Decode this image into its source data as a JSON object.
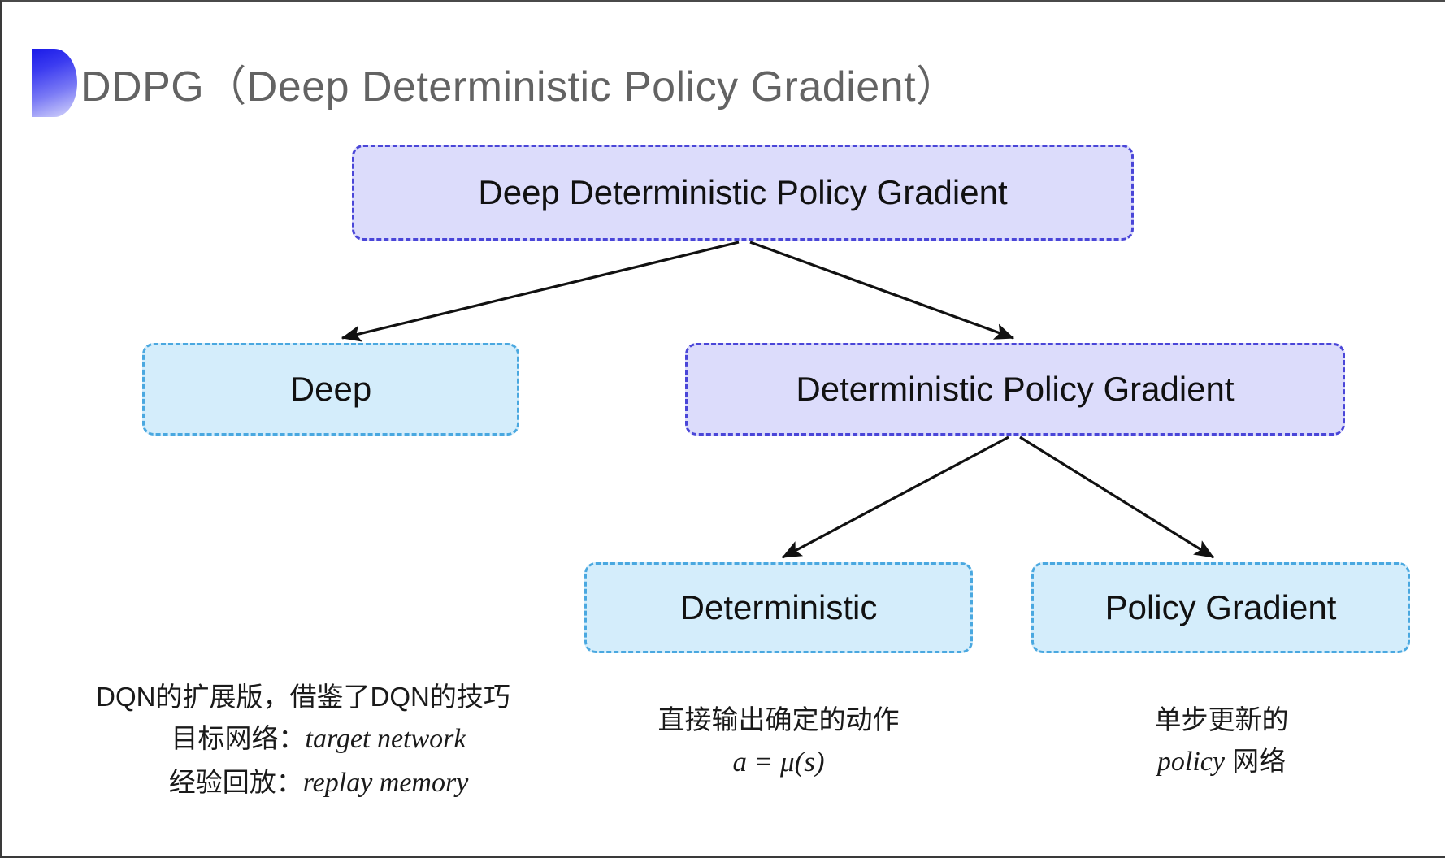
{
  "slide": {
    "title": "DDPG（Deep Deterministic Policy Gradient）",
    "background_color": "#ffffff",
    "title_color": "#636363",
    "accent_color": "#3b3bf0"
  },
  "diagram": {
    "type": "tree",
    "nodes": [
      {
        "id": "root",
        "label": "Deep Deterministic Policy Gradient",
        "style": "purple",
        "fill_color": "#dcdcfb",
        "border_color": "#4a46d8"
      },
      {
        "id": "deep",
        "label": "Deep",
        "style": "blue",
        "fill_color": "#d4edfb",
        "border_color": "#4aa8e0"
      },
      {
        "id": "dpg",
        "label": "Deterministic Policy Gradient",
        "style": "purple",
        "fill_color": "#dcdcfb",
        "border_color": "#4a46d8"
      },
      {
        "id": "deterministic",
        "label": "Deterministic",
        "style": "blue",
        "fill_color": "#d4edfb",
        "border_color": "#4aa8e0"
      },
      {
        "id": "policy_gradient",
        "label": "Policy Gradient",
        "style": "blue",
        "fill_color": "#d4edfb",
        "border_color": "#4aa8e0"
      }
    ],
    "edges": [
      {
        "from": "root",
        "to": "deep"
      },
      {
        "from": "root",
        "to": "dpg"
      },
      {
        "from": "dpg",
        "to": "deterministic"
      },
      {
        "from": "dpg",
        "to": "policy_gradient"
      }
    ]
  },
  "captions": {
    "deep": {
      "line1": "DQN的扩展版，借鉴了DQN的技巧",
      "line2_label": "目标网络：",
      "line2_term": "target network",
      "line3_label": "经验回放：",
      "line3_term": "replay memory"
    },
    "deterministic": {
      "line1": "直接输出确定的动作",
      "formula": "a = μ(s)"
    },
    "policy_gradient": {
      "line1": "单步更新的",
      "line2_term": "policy",
      "line2_suffix": " 网络"
    }
  }
}
